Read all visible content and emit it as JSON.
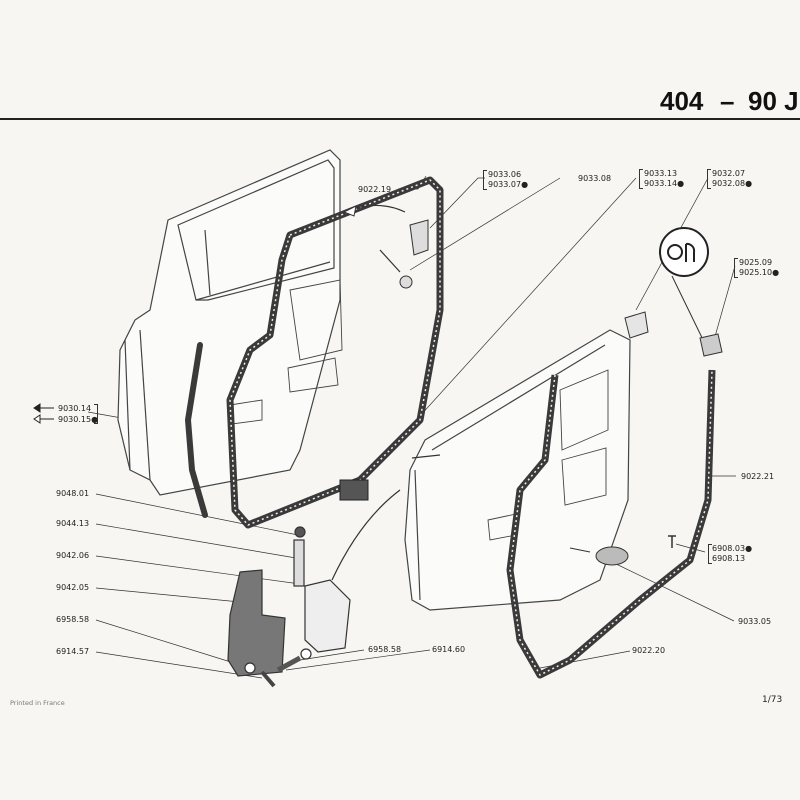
{
  "header": {
    "model": "404",
    "dash": "–",
    "section": "90 J"
  },
  "footer": {
    "printed": "Printed in France",
    "page": "1/73"
  },
  "parts": {
    "p9022_19": "9022.19",
    "p9033_06": "9033.06",
    "p9033_07": "9033.07●",
    "p9033_08": "9033.08",
    "p9033_13": "9033.13",
    "p9033_14": "9033.14●",
    "p9032_07": "9032.07",
    "p9032_08": "9032.08●",
    "p9025_09": "9025.09",
    "p9025_10": "9025.10●",
    "p9030_14": "9030.14",
    "p9030_15": "9030.15●",
    "p9022_21": "9022.21",
    "p9048_01": "9048.01",
    "p9044_13": "9044.13",
    "p9042_06": "9042.06",
    "p9042_05": "9042.05",
    "p6958_58_left": "6958.58",
    "p6914_57": "6914.57",
    "p6958_58_mid": "6958.58",
    "p6914_60": "6914.60",
    "p6908_03": "6908.03●",
    "p6908_13": "6908.13",
    "p9033_05": "9033.05",
    "p9022_20": "9022.20"
  },
  "colors": {
    "ink": "#222222",
    "paper": "#f7f6f3",
    "seal": "#3a3a3a"
  }
}
